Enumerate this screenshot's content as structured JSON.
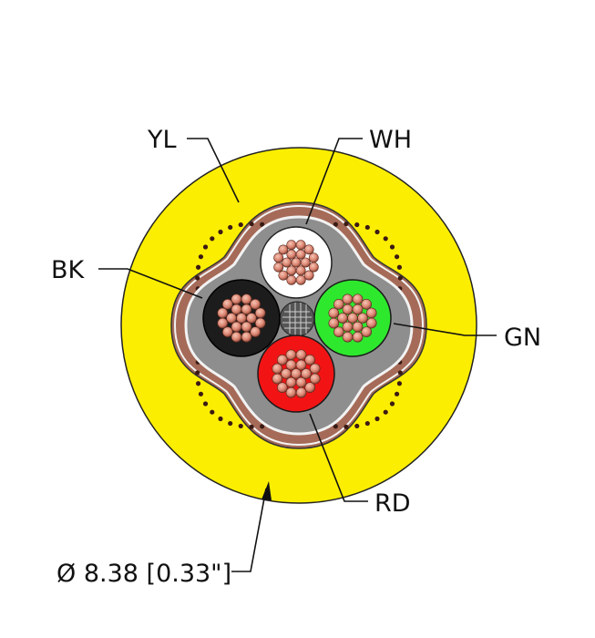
{
  "labels": {
    "yl": "YL",
    "wh": "WH",
    "bk": "BK",
    "gn": "GN",
    "rd": "RD",
    "diameter": "Ø 8.38 [0.33\"]"
  },
  "colors": {
    "jacket": "#fcee00",
    "shield_braid": "#a56b58",
    "core_white": "#ffffff",
    "core_black": "#1c1c1c",
    "core_green": "#2ee82e",
    "core_red": "#f21414",
    "conductor": "#d9826f",
    "filler": "#8e8e8e"
  },
  "icons": [
    "cable-cross-section",
    "leader-line",
    "dimension-arrow"
  ]
}
